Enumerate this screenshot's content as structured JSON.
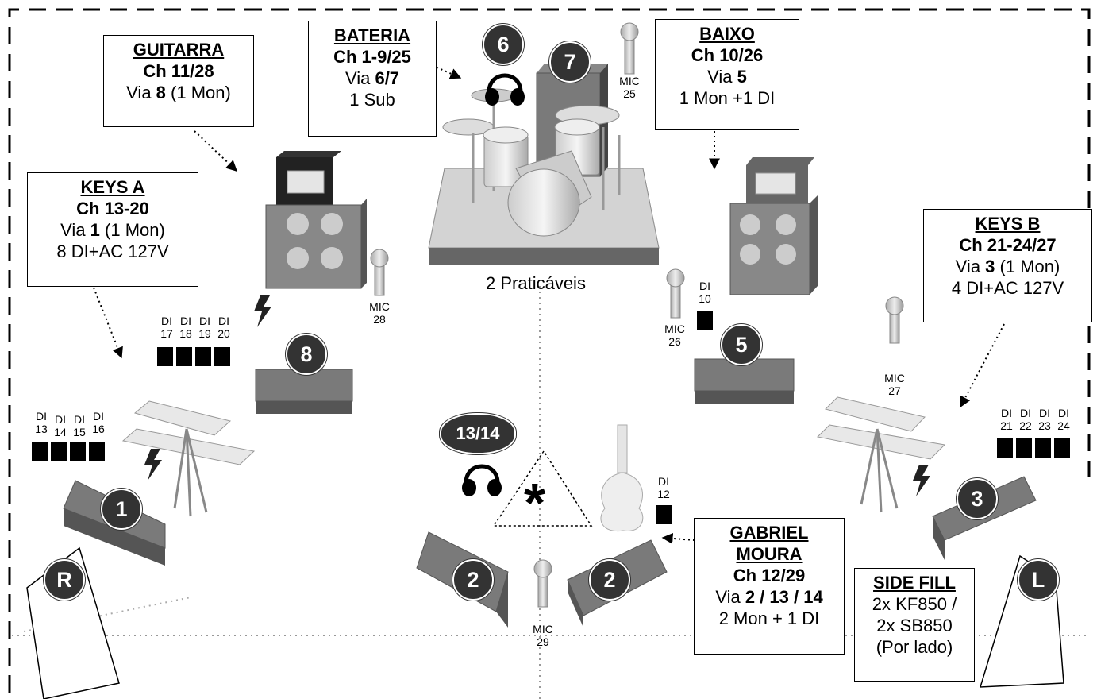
{
  "boxes": {
    "guitarra": {
      "title": "GUITARRA",
      "ch": "Ch 11/28",
      "via_pre": "Via ",
      "via_b": "8",
      "via_post": " (1 Mon)"
    },
    "bateria": {
      "title": "BATERIA",
      "ch": "Ch 1-9/25",
      "via_pre": "Via ",
      "via_b": "6/7",
      "line4": "1 Sub"
    },
    "baixo": {
      "title": "BAIXO",
      "ch": "Ch 10/26",
      "via_pre": "Via ",
      "via_b": "5",
      "line4": "1 Mon +1 DI"
    },
    "keys_a": {
      "title": "KEYS A",
      "ch": "Ch 13-20",
      "via_pre": "Via ",
      "via_b": "1",
      "via_post": " (1 Mon)",
      "line4": "8 DI+AC 127V"
    },
    "keys_b": {
      "title": "KEYS B",
      "ch": "Ch 21-24/27",
      "via_pre": "Via ",
      "via_b": "3",
      "via_post": " (1 Mon)",
      "line4": "4 DI+AC 127V"
    },
    "gabriel": {
      "title1": "GABRIEL",
      "title2": "MOURA",
      "ch": "Ch 12/29",
      "via_pre": "Via ",
      "via_b": "2 / 13 / 14",
      "line4": "2 Mon + 1 DI"
    },
    "side_fill": {
      "title": "SIDE FILL",
      "l1": "2x KF850 /",
      "l2": "2x SB850",
      "l3": "(Por lado)"
    }
  },
  "praticaveis": "2 Praticáveis",
  "monitors": {
    "m6": "6",
    "m7": "7",
    "m8": "8",
    "m5": "5",
    "m1": "1",
    "m3": "3",
    "m2a": "2",
    "m2b": "2",
    "m1314": "13/14",
    "R": "R",
    "L": "L"
  },
  "mics": {
    "mic25": {
      "a": "MIC",
      "b": "25"
    },
    "mic28": {
      "a": "MIC",
      "b": "28"
    },
    "mic26": {
      "a": "MIC",
      "b": "26"
    },
    "mic27": {
      "a": "MIC",
      "b": "27"
    },
    "mic29": {
      "a": "MIC",
      "b": "29"
    }
  },
  "di": {
    "label": "DI",
    "keys_a_upper": [
      "17",
      "18",
      "19",
      "20"
    ],
    "keys_a_lower": [
      "13",
      "14",
      "15",
      "16"
    ],
    "keys_b": [
      "21",
      "22",
      "23",
      "24"
    ],
    "baixo": "10",
    "gabriel": "12"
  },
  "center_mark": "*"
}
